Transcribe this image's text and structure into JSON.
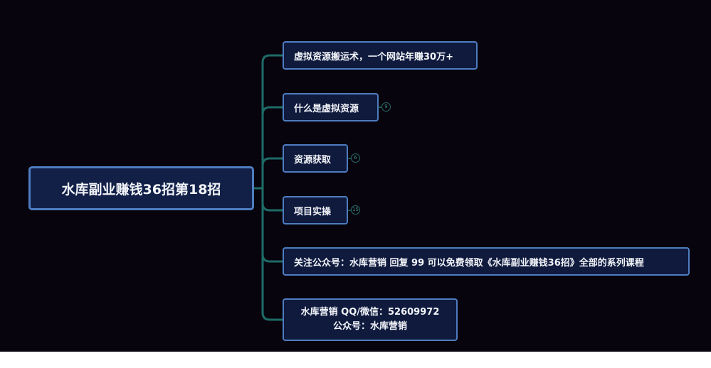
{
  "mindmap": {
    "root": {
      "title": "水库副业赚钱36招第18招"
    },
    "branches": [
      {
        "label": "虚拟资源搬运术，一个网站年赚30万+"
      },
      {
        "label": "什么是虚拟资源",
        "badge": "9"
      },
      {
        "label": "资源获取",
        "badge": "6"
      },
      {
        "label": "项目实操",
        "badge": "15"
      },
      {
        "label": "关注公众号：水库营销 回复 99 可以免费领取《水库副业赚钱36招》全部的系列课程"
      },
      {
        "lines": [
          "水库营销  QQ/微信：52609972",
          "公众号：水库营销"
        ]
      }
    ]
  },
  "colors": {
    "background": "#07040d",
    "node_fill": "#0f1a3d",
    "node_border": "#4f7cc0",
    "connector": "#1e6b66",
    "text": "#f2f4fa"
  }
}
